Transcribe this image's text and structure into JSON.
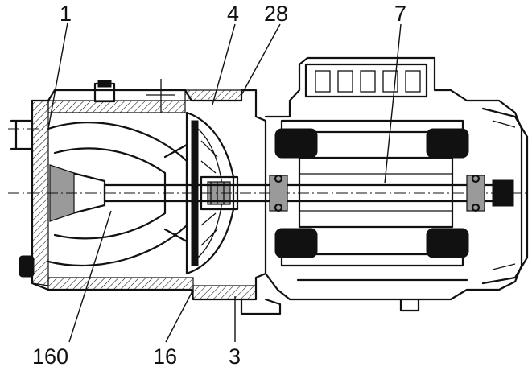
{
  "figure": {
    "callouts": {
      "c1": "1",
      "c4": "4",
      "c28": "28",
      "c7": "7",
      "c160": "160",
      "c16": "16",
      "c3": "3"
    }
  }
}
